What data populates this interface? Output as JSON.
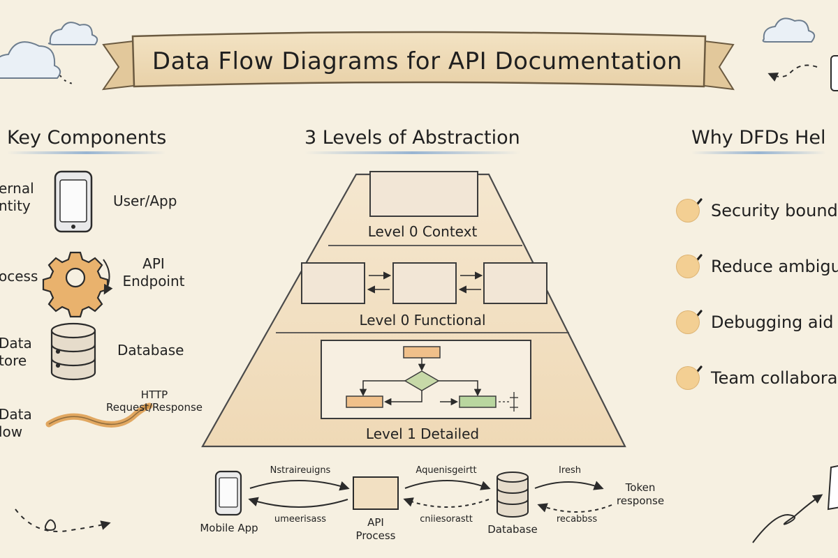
{
  "title": "Data Flow Diagrams for API Documentation",
  "left_panel": {
    "heading": "Key Components",
    "items": [
      {
        "label": "ernal\nntity",
        "value": "User/App",
        "icon": "phone-icon"
      },
      {
        "label": "ocess",
        "value": "API\nEndpoint",
        "icon": "gear-icon"
      },
      {
        "label": "Data\ntore",
        "value": "Database",
        "icon": "database-icon"
      },
      {
        "label": "Data\nlow",
        "value": "HTTP\nRequest/Response",
        "icon": "wavy-arrow-icon"
      }
    ]
  },
  "center_panel": {
    "heading": "3 Levels of Abstraction",
    "levels": [
      {
        "label": "Level 0 Context"
      },
      {
        "label": "Level 0 Functional"
      },
      {
        "label": "Level 1 Detailed"
      }
    ]
  },
  "right_panel": {
    "heading": "Why DFDs Hel",
    "items": [
      {
        "text": "Security bound",
        "icon": "check-icon"
      },
      {
        "text": "Reduce ambigu",
        "icon": "check-icon"
      },
      {
        "text": "Debugging aid",
        "icon": "check-icon"
      },
      {
        "text": "Team collabora",
        "icon": "check-icon"
      }
    ]
  },
  "flow": {
    "nodes": [
      {
        "label": "Mobile App"
      },
      {
        "label": "API\nProcess"
      },
      {
        "label": "Database"
      },
      {
        "label": "Token\nresponse"
      }
    ],
    "edge_labels": {
      "top1": "Nstraireuigns",
      "bottom1": "umeerisass",
      "top2": "Aquenisgeirtt",
      "bottom2": "cniiesorastt",
      "top3": "Iresh",
      "bottom3": "recabbss"
    }
  },
  "colors": {
    "background": "#f6f0e1",
    "banner": "#efdcb8",
    "accent_orange": "#f3cf93",
    "accent_green": "#bcd8a4",
    "underline_blue": "#78a0cd",
    "ink": "#2b2b2b"
  }
}
